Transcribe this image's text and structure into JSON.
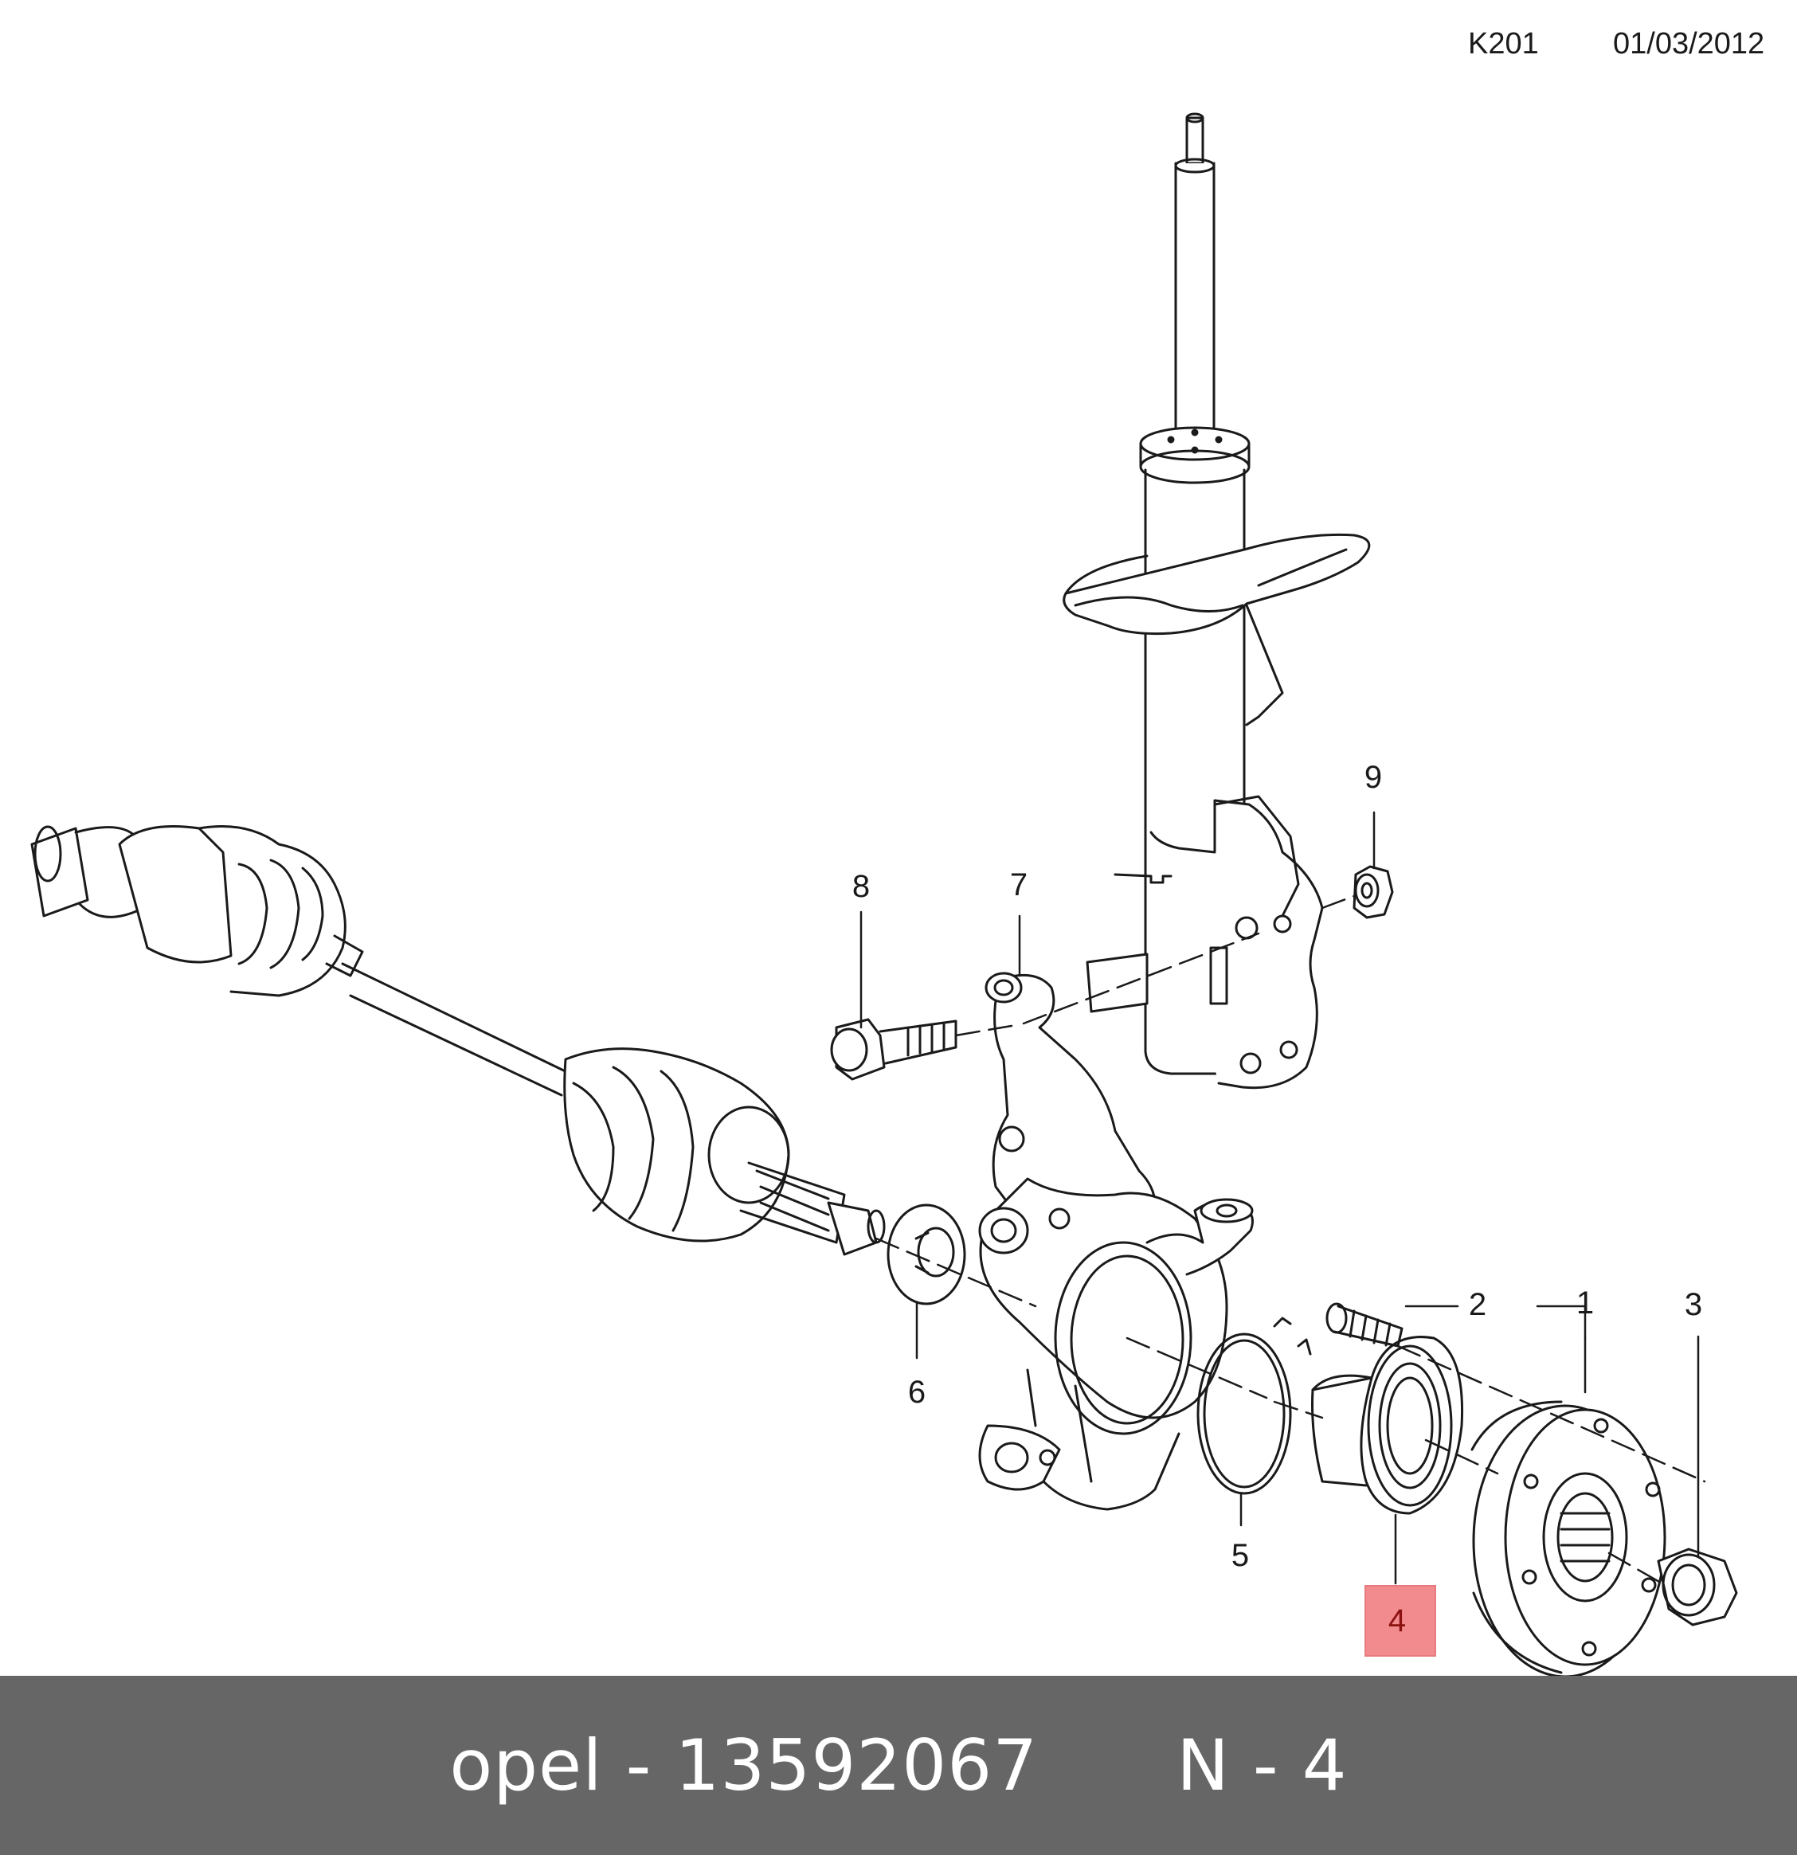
{
  "header": {
    "code": "K201",
    "date": "01/03/2012"
  },
  "callouts": [
    {
      "id": "1",
      "label": "1"
    },
    {
      "id": "2",
      "label": "2"
    },
    {
      "id": "3",
      "label": "3"
    },
    {
      "id": "4",
      "label": "4",
      "highlighted": true
    },
    {
      "id": "5",
      "label": "5"
    },
    {
      "id": "6",
      "label": "6"
    },
    {
      "id": "7",
      "label": "7"
    },
    {
      "id": "8",
      "label": "8"
    },
    {
      "id": "9",
      "label": "9"
    }
  ],
  "highlight_color": "#f28b8e",
  "footer": {
    "brand_part": "opel - 13592067",
    "position": "N - 4",
    "background": "#666666"
  }
}
